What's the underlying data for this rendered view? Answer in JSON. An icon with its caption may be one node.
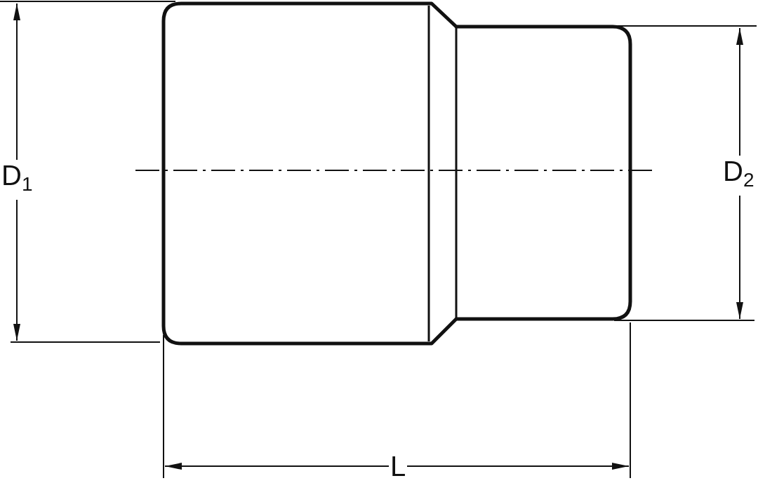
{
  "diagram": {
    "labels": [
      "D$_{1}$",
      "D$_{2}$",
      "L"
    ]
  }
}
